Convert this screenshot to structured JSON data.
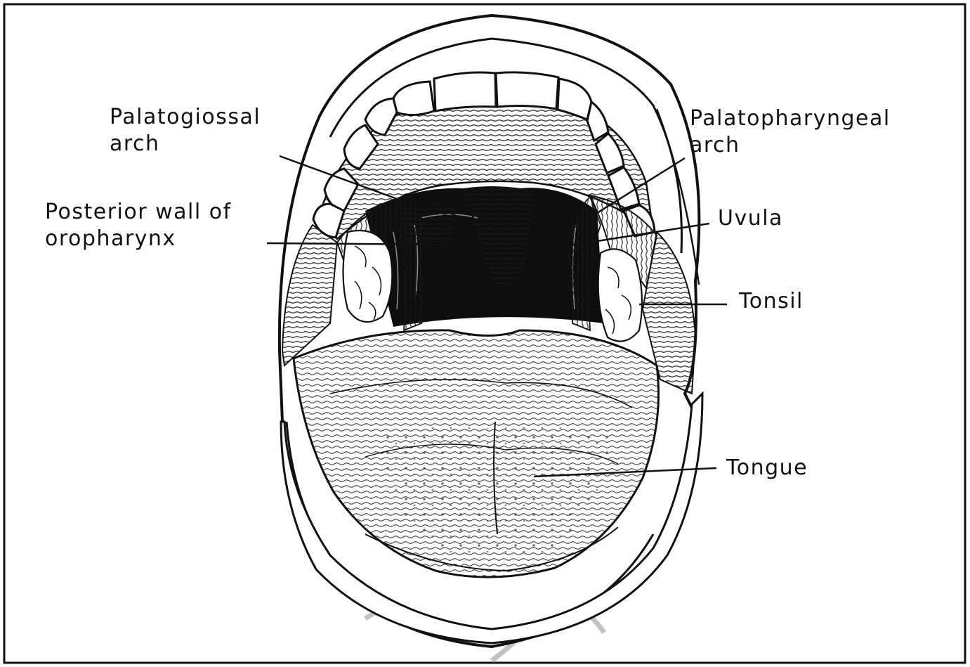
{
  "diagram": {
    "labels": {
      "palatoglossal_line1": "Palatogiossal",
      "palatoglossal_line2": "arch",
      "posterior_wall_line1": "Posterior wall of",
      "posterior_wall_line2": "oropharynx",
      "palatopharyngeal_line1": "Palatopharyngeal",
      "palatopharyngeal_line2": "arch",
      "uvula": "Uvula",
      "tonsil": "Tonsil",
      "tongue": "Tongue"
    },
    "colors": {
      "ink": "#111111",
      "background": "#ffffff",
      "watermark": "#b4b4b4"
    }
  }
}
